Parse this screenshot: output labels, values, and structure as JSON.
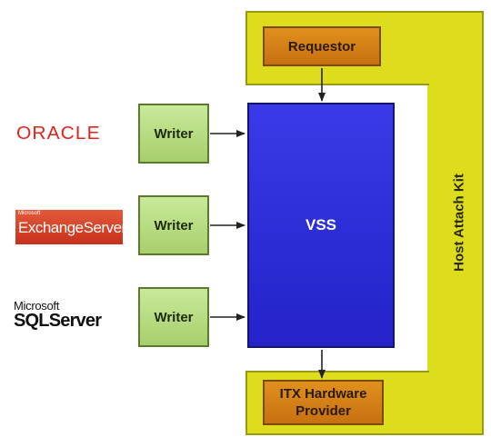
{
  "host_attach_kit": {
    "label": "Host Attach Kit"
  },
  "requestor": {
    "label": "Requestor"
  },
  "vss": {
    "label": "VSS"
  },
  "itx_provider": {
    "line1": "ITX Hardware",
    "line2": "Provider"
  },
  "writers": [
    {
      "label": "Writer"
    },
    {
      "label": "Writer"
    },
    {
      "label": "Writer"
    }
  ],
  "logos": {
    "oracle": {
      "text": "ORACLE"
    },
    "exchange": {
      "small": "Microsoft",
      "big": "ExchangeServer"
    },
    "sql": {
      "small": "Microsoft",
      "big": "SQLServer"
    }
  },
  "colors": {
    "host_attach_kit": "#dddd1e",
    "vss": "#2a2ad8",
    "orange": "#d9841a",
    "writer": "#b8dc84",
    "oracle_red": "#e3241b"
  }
}
